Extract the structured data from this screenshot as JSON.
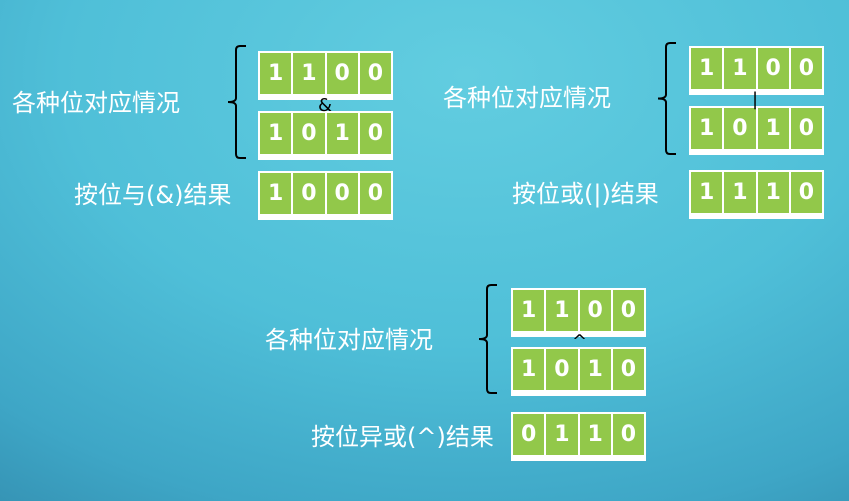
{
  "groups": [
    {
      "label": "各种位对应情况",
      "operator": "&",
      "row_a": [
        "1",
        "1",
        "0",
        "0"
      ],
      "row_b": [
        "1",
        "0",
        "1",
        "0"
      ],
      "result_label": "按位与(&)结果",
      "result": [
        "1",
        "0",
        "0",
        "0"
      ]
    },
    {
      "label": "各种位对应情况",
      "operator": "|",
      "row_a": [
        "1",
        "1",
        "0",
        "0"
      ],
      "row_b": [
        "1",
        "0",
        "1",
        "0"
      ],
      "result_label": "按位或(|)结果",
      "result": [
        "1",
        "1",
        "1",
        "0"
      ]
    },
    {
      "label": "各种位对应情况",
      "operator": "^",
      "row_a": [
        "1",
        "1",
        "0",
        "0"
      ],
      "row_b": [
        "1",
        "0",
        "1",
        "0"
      ],
      "result_label": "按位异或(^)结果",
      "result": [
        "0",
        "1",
        "1",
        "0"
      ]
    }
  ],
  "colors": {
    "cell_fill": "#92c84a",
    "cell_border": "#ffffff"
  }
}
